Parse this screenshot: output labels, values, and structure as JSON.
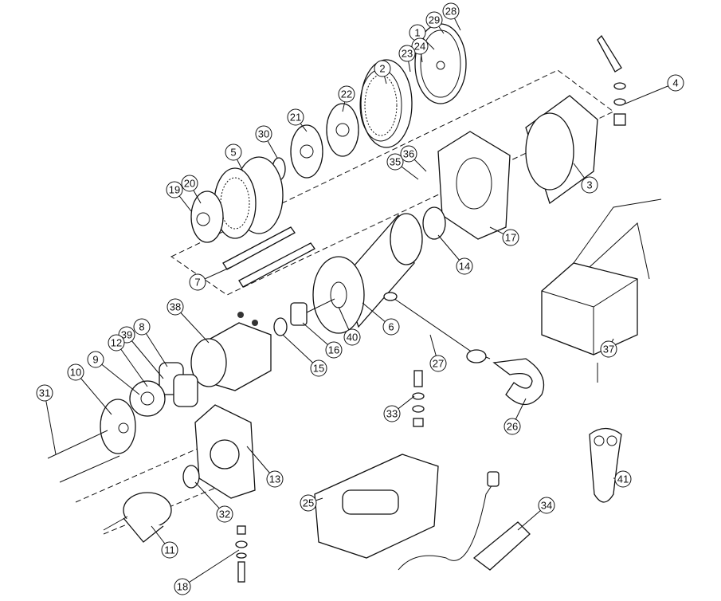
{
  "title": "Winch exploded parts diagram",
  "callouts": [
    "28",
    "29",
    "1",
    "24",
    "23",
    "2",
    "22",
    "21",
    "30",
    "5",
    "20",
    "19",
    "7",
    "35",
    "36",
    "3",
    "4",
    "17",
    "14",
    "6",
    "40",
    "16",
    "15",
    "38",
    "8",
    "39",
    "12",
    "9",
    "10",
    "31",
    "13",
    "32",
    "11",
    "18",
    "27",
    "26",
    "33",
    "25",
    "34",
    "37",
    "41"
  ]
}
